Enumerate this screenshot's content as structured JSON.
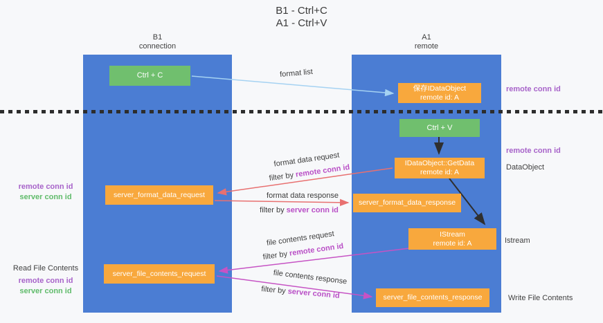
{
  "title": {
    "line1": "B1 - Ctrl+C",
    "line2": "A1 - Ctrl+V"
  },
  "lanes": {
    "left": {
      "name": "B1",
      "role": "connection"
    },
    "right": {
      "name": "A1",
      "role": "remote"
    }
  },
  "nodes": {
    "ctrl_c": {
      "label": "Ctrl + C"
    },
    "save_idataobject": {
      "line1": "保存IDataObject",
      "line2": "remote id: A"
    },
    "ctrl_v": {
      "label": "Ctrl + V"
    },
    "getdata": {
      "line1": "IDataObject::GetData",
      "line2": "remote id: A"
    },
    "server_format_data_request": {
      "label": "server_format_data_request"
    },
    "server_format_data_response": {
      "label": "server_format_data_response"
    },
    "istream": {
      "line1": "IStream",
      "line2": "remote id: A"
    },
    "server_file_contents_request": {
      "label": "server_file_contents_request"
    },
    "server_file_contents_response": {
      "label": "server_file_contents_response"
    }
  },
  "edges": {
    "format_list": {
      "label": "format list"
    },
    "format_data_request": {
      "label": "format data request",
      "filter_prefix": "filter by ",
      "filter_key": "remote conn id"
    },
    "format_data_response": {
      "label": "format data response",
      "filter_prefix": "filter by ",
      "filter_key": "server conn id"
    },
    "file_contents_request": {
      "label": "file contents request",
      "filter_prefix": "filter by ",
      "filter_key": "remote conn id"
    },
    "file_contents_response": {
      "label": "file contents response",
      "filter_prefix": "filter by ",
      "filter_key": "server conn id"
    }
  },
  "side_labels": {
    "right_top_remote_conn": "remote conn id",
    "right_mid_remote_conn": "remote conn id",
    "right_dataobject": "DataObject",
    "right_istream": "Istream",
    "right_write_file": "Write File Contents",
    "left_mid_remote_conn": "remote conn id",
    "left_mid_server_conn": "server conn id",
    "left_read_file": "Read File Contents",
    "left_bottom_remote_conn": "remote conn id",
    "left_bottom_server_conn": "server conn id"
  },
  "colors": {
    "lane_blue": "#4b7dd3",
    "box_orange": "#f8a83d",
    "box_green": "#70bf6e",
    "arrow_red": "#e87070",
    "arrow_magenta": "#c653c4",
    "arrow_light_blue": "#a5d2f2",
    "arrow_black": "#2f2f2f",
    "label_purple": "#a763c9",
    "label_magenta": "#b94fc6",
    "label_green": "#5fbb6a"
  }
}
